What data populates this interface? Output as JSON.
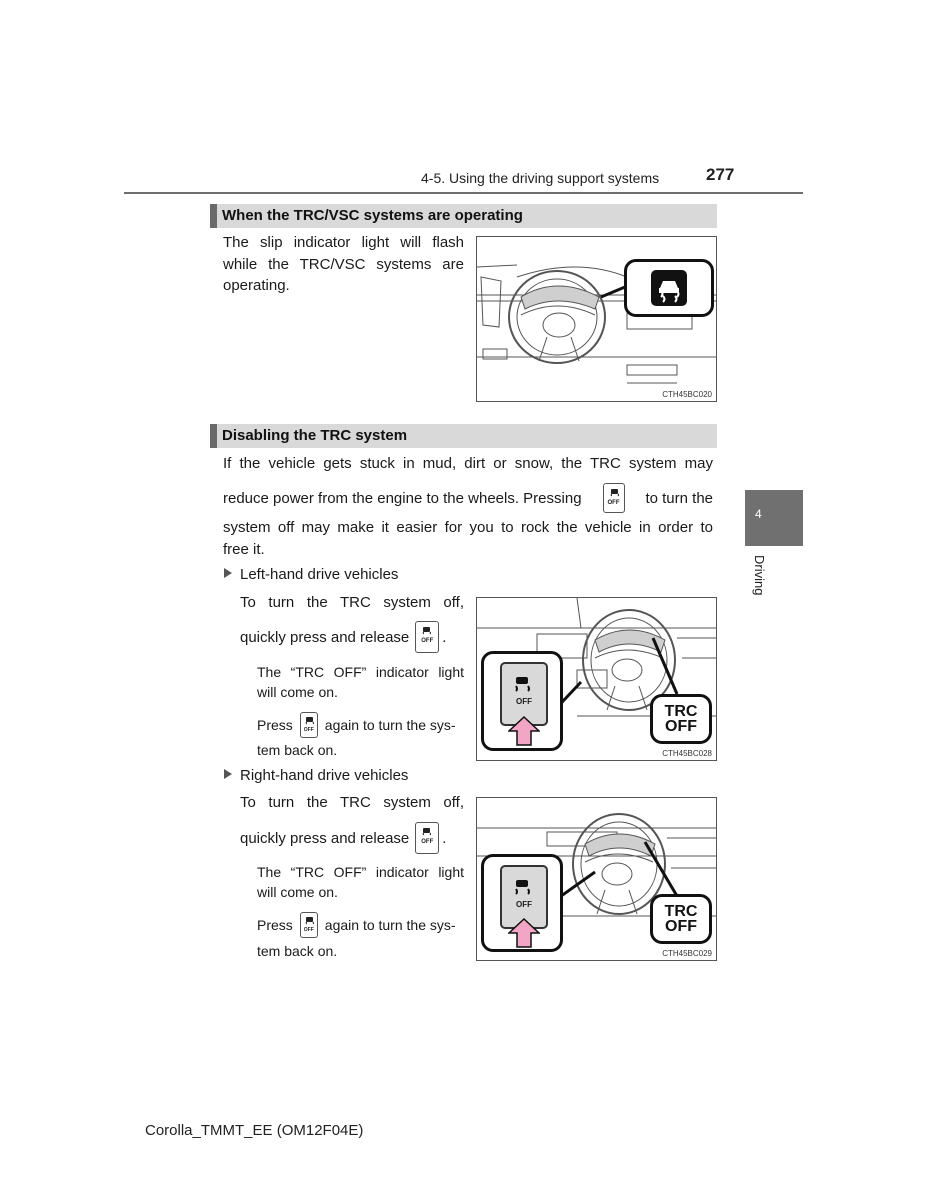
{
  "header": {
    "section": "4-5. Using the driving support systems",
    "page_number": "277"
  },
  "side_tab": {
    "number": "4",
    "label": "Driving"
  },
  "section1": {
    "title": "When the TRC/VSC systems are operating",
    "text": "The slip indicator light will flash while the TRC/VSC systems are operating.",
    "figure_code": "CTH45BC020"
  },
  "section2": {
    "title": "Disabling the TRC system",
    "intro_line1": "If the vehicle gets stuck in mud, dirt or snow, the TRC system may",
    "intro_line2_a": "reduce power from the engine to the wheels. Pressing",
    "intro_line2_b": "to turn the",
    "intro_line3": "system off may make it easier for you to rock the vehicle in order to",
    "intro_line4": "free it.",
    "button_off": "OFF",
    "lhd": {
      "heading": "Left-hand drive vehicles",
      "line1": "To turn the TRC system off,",
      "line2": "quickly press and release",
      "note1": "The “TRC OFF” indicator light will come on.",
      "note2_a": "Press",
      "note2_b": "again to turn the sys-",
      "note2_c": "tem back on.",
      "figure_code": "CTH45BC028",
      "indicator_l1": "TRC",
      "indicator_l2": "OFF"
    },
    "rhd": {
      "heading": "Right-hand drive vehicles",
      "line1": "To turn the TRC system off,",
      "line2": "quickly press and release",
      "note1": "The “TRC OFF” indicator light will come on.",
      "note2_a": "Press",
      "note2_b": "again to turn the sys-",
      "note2_c": "tem back on.",
      "figure_code": "CTH45BC029",
      "indicator_l1": "TRC",
      "indicator_l2": "OFF"
    }
  },
  "footer": {
    "text": "Corolla_TMMT_EE (OM12F04E)"
  }
}
